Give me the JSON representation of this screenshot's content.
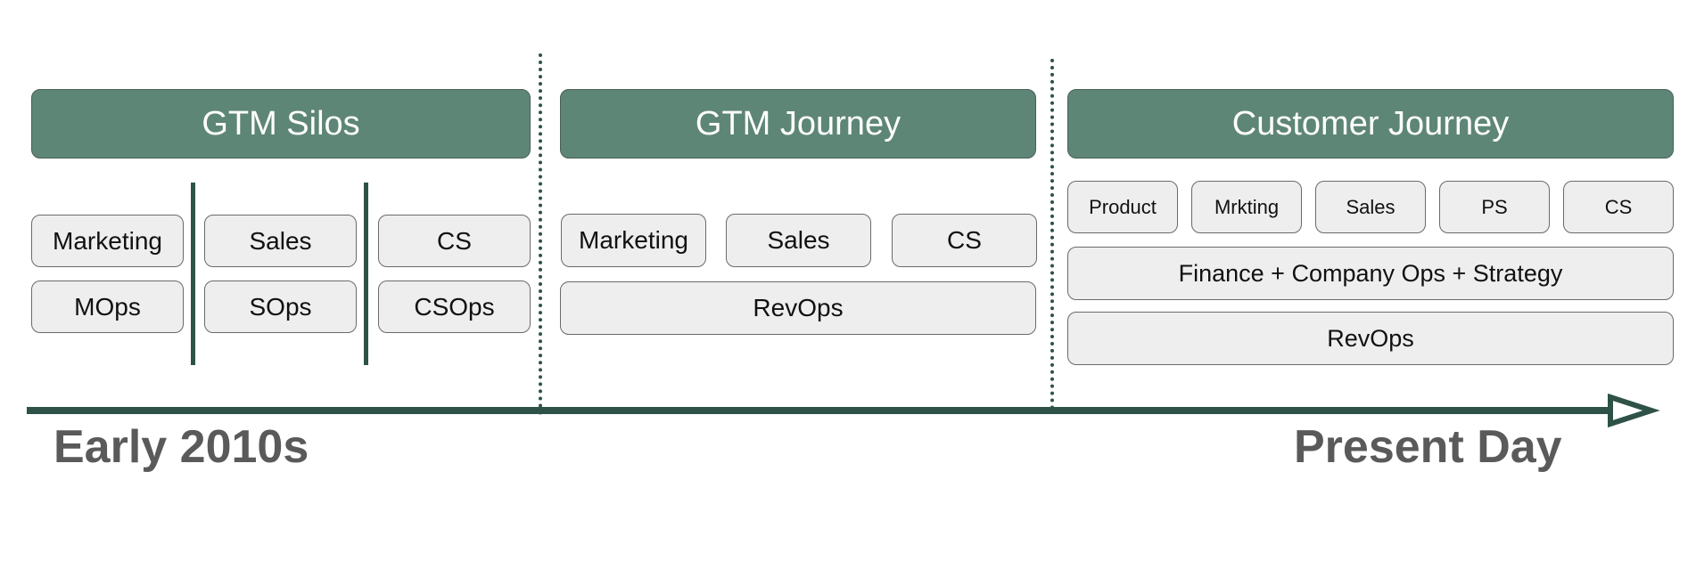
{
  "sections": [
    {
      "title": "GTM Silos",
      "columns": [
        {
          "team": "Marketing",
          "ops": "MOps"
        },
        {
          "team": "Sales",
          "ops": "SOps"
        },
        {
          "team": "CS",
          "ops": "CSOps"
        }
      ]
    },
    {
      "title": "GTM Journey",
      "teams": [
        "Marketing",
        "Sales",
        "CS"
      ],
      "shared_ops": "RevOps"
    },
    {
      "title": "Customer Journey",
      "teams": [
        "Product",
        "Mrkting",
        "Sales",
        "PS",
        "CS"
      ],
      "layer_1": "Finance + Company Ops + Strategy",
      "layer_2": "RevOps"
    }
  ],
  "timeline": {
    "start_label": "Early 2010s",
    "end_label": "Present Day",
    "color": "#2e5248"
  },
  "colors": {
    "header_fill": "#5e8677",
    "box_fill": "#eeeeee",
    "divider": "#2e5248",
    "era_text": "#5a5a5a"
  }
}
